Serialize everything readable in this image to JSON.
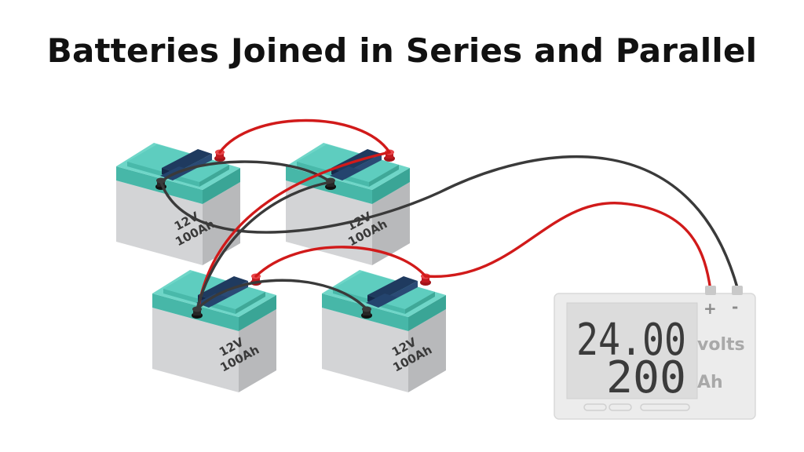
{
  "title": "Batteries Joined in Series and Parallel",
  "batteries": [
    {
      "voltage": "12V",
      "capacity": "100Ah"
    },
    {
      "voltage": "12V",
      "capacity": "100Ah"
    },
    {
      "voltage": "12V",
      "capacity": "100Ah"
    },
    {
      "voltage": "12V",
      "capacity": "100Ah"
    }
  ],
  "meter": {
    "voltage_reading": "24.00",
    "voltage_unit": "volts",
    "capacity_reading": "200",
    "capacity_unit": "Ah",
    "positive_sign": "+",
    "negative_sign": "-"
  },
  "colors": {
    "battery_top": "#5ecdbf",
    "battery_body": "#c9cacc",
    "battery_dark_panel": "#1f3a5f",
    "wire_positive": "#d11a1a",
    "wire_negative": "#3a3a3a",
    "terminal_positive": "#d81f26",
    "terminal_negative": "#1f1f1f"
  }
}
